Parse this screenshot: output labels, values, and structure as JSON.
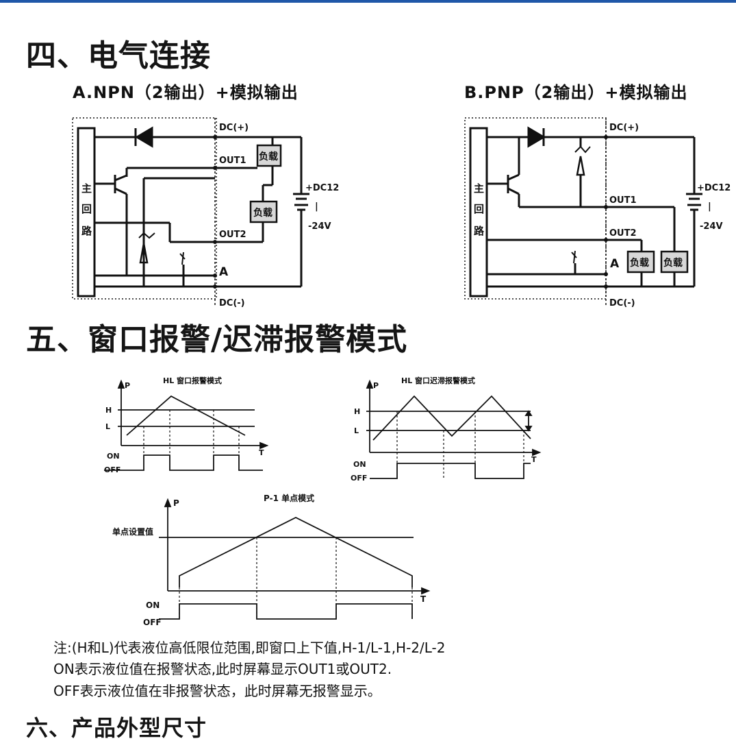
{
  "section4": {
    "title": "四、电气连接",
    "npn": {
      "subtitle": "A.NPN（2输出）+模拟输出",
      "dc_plus": "DC(+)",
      "out1": "OUT1",
      "out2": "OUT2",
      "analog": "A",
      "dc_minus": "DC(-)",
      "load": "负载",
      "supply_top": "+DC12",
      "supply_bar": "|",
      "supply_bottom": "-24V",
      "main_circuit": [
        "主",
        "回",
        "路"
      ]
    },
    "pnp": {
      "subtitle": "B.PNP（2输出）+模拟输出",
      "dc_plus": "DC(+)",
      "out1": "OUT1",
      "out2": "OUT2",
      "analog": "A",
      "dc_minus": "DC(-)",
      "load": "负载",
      "supply_top": "+DC12",
      "supply_bar": "|",
      "supply_bottom": "-24V",
      "main_circuit": [
        "主",
        "回",
        "路"
      ]
    }
  },
  "section5": {
    "title": "五、窗口报警/迟滞报警模式",
    "chart_hl_window": {
      "title": "HL 窗口报警模式",
      "axis_p": "P",
      "axis_t": "T",
      "level_h": "H",
      "level_l": "L",
      "on": "ON",
      "off": "OFF"
    },
    "chart_hl_hysteresis": {
      "title": "HL 窗口迟滞报警模式",
      "axis_p": "P",
      "axis_t": "T",
      "level_h": "H",
      "level_l": "L",
      "on": "ON",
      "off": "OFF"
    },
    "chart_p1": {
      "title": "P-1 单点模式",
      "axis_p": "P",
      "axis_t": "T",
      "setpoint": "单点设置值",
      "on": "ON",
      "off": "OFF"
    }
  },
  "notes": [
    "注:(H和L)代表液位高低限位范围,即窗口上下值,H-1/L-1,H-2/L-2",
    "ON表示液位值在报警状态,此时屏幕显示OUT1或OUT2.",
    "OFF表示液位值在非报警状态，此时屏幕无报警显示。"
  ],
  "next_section_partial": "六、产品外型尺寸",
  "colors": {
    "top_bar": "#1f57a8",
    "ink": "#111111"
  }
}
